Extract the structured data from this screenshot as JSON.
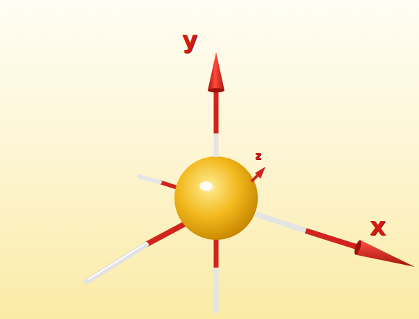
{
  "diagram": {
    "labels": [
      "y",
      "z",
      "x"
    ]
  }
}
